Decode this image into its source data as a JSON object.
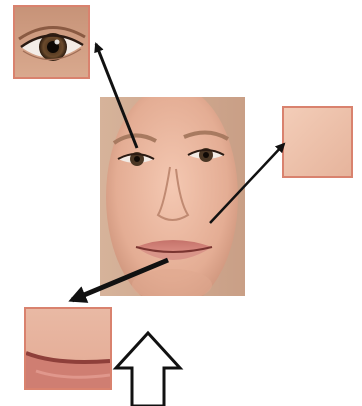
{
  "figure": {
    "main_image": "face-portrait",
    "crops": [
      "eye-region",
      "cheek-skin-region",
      "lip-region"
    ],
    "colors": {
      "crop_border": "#d9826e",
      "skin": "#e8b79c",
      "arrow": "#111111"
    },
    "icons": [
      "up-arrow-outline-icon"
    ]
  }
}
